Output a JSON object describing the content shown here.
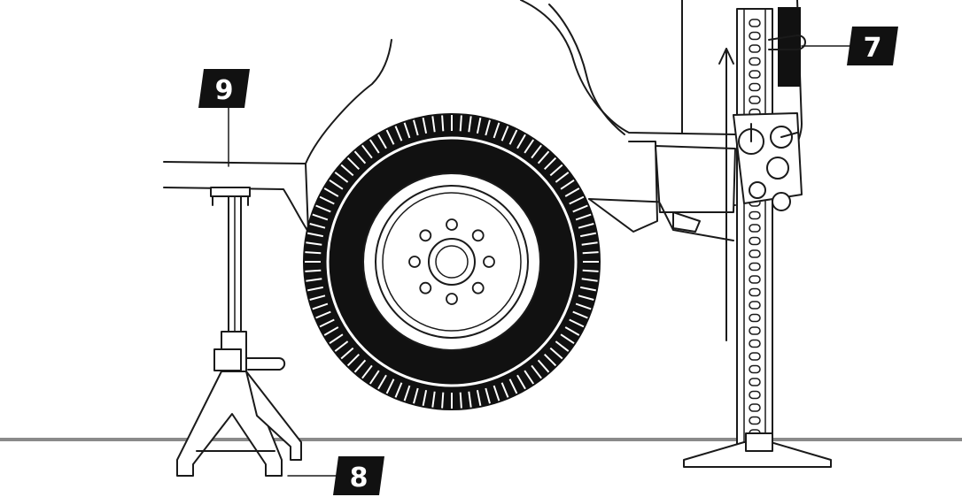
{
  "diagram": {
    "callouts": [
      {
        "id": "callout-9",
        "label": "9"
      },
      {
        "id": "callout-8",
        "label": "8"
      },
      {
        "id": "callout-7",
        "label": "7"
      }
    ],
    "colors": {
      "ink": "#1a1a1a",
      "ground": "#8a8a8a",
      "background": "#ffffff"
    }
  }
}
